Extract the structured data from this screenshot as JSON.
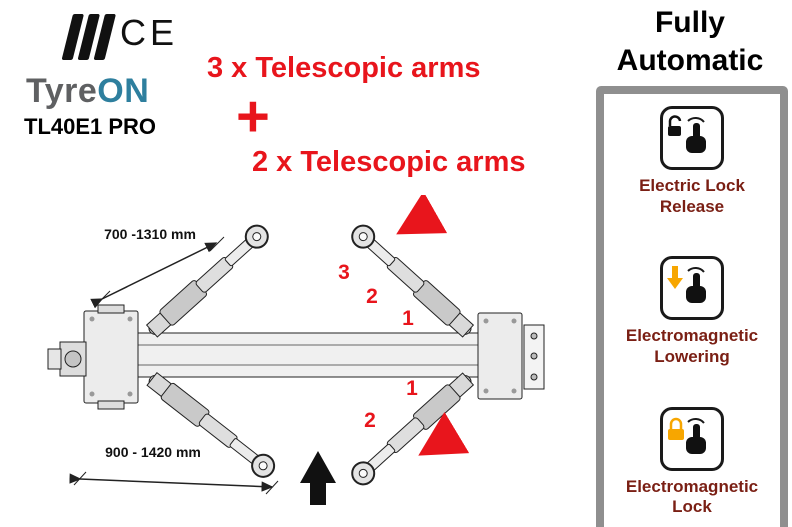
{
  "brand": {
    "ce": "CE",
    "name_tyre": "Tyre",
    "name_on": "ON",
    "model": "TL40E1 PRO",
    "tyre_color": "#5f6062",
    "on_color": "#2e7f9e"
  },
  "headline": {
    "arms3": "3 x Telescopic arms",
    "plus": "+",
    "arms2": "2 x Telescopic arms",
    "accent_color": "#e8151c"
  },
  "diagram": {
    "dim_top": "700 -1310 mm",
    "dim_bottom": "900 - 1420 mm",
    "arm_sequence_top": [
      "3",
      "2",
      "1"
    ],
    "arm_sequence_bottom": [
      "1",
      "2"
    ]
  },
  "automation": {
    "title": "Fully Automatic",
    "items": [
      {
        "label": "Electric Lock Release"
      },
      {
        "label": "Electromagnetic Lowering"
      },
      {
        "label": "Electromagnetic Lock"
      }
    ],
    "label_color": "#7a1f14",
    "accent_orange": "#f7a600",
    "frame_color": "#8f8f8f"
  }
}
